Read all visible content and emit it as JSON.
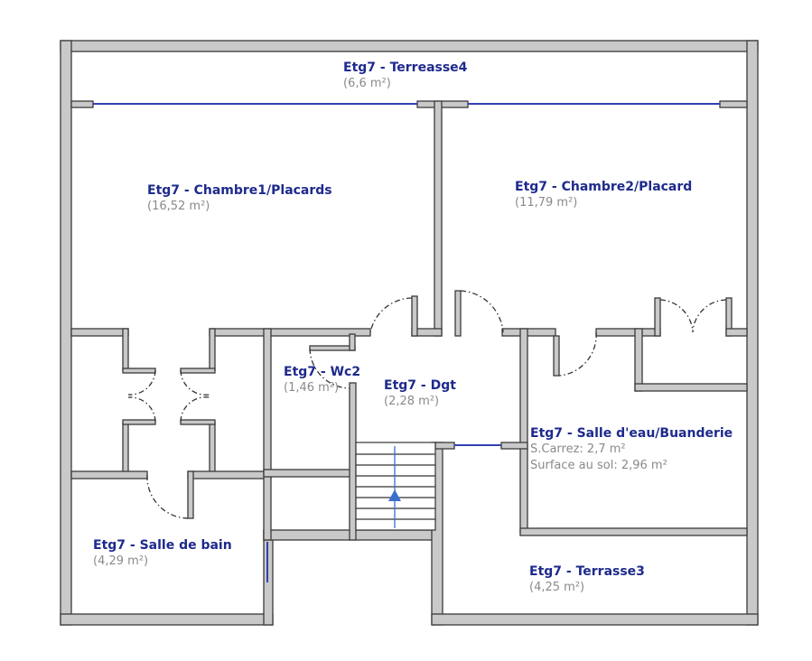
{
  "rooms": [
    {
      "name": "Etg7 - Terreasse4",
      "area": "(6,6 m²)"
    },
    {
      "name": "Etg7 - Chambre1/Placards",
      "area": "(16,52 m²)"
    },
    {
      "name": "Etg7 - Chambre2/Placard",
      "area": "(11,79 m²)"
    },
    {
      "name": "Etg7 - Wc2",
      "area": "(1,46 m²)"
    },
    {
      "name": "Etg7 - Dgt",
      "area": "(2,28 m²)"
    },
    {
      "name": "Etg7 - Salle d'eau/Buanderie",
      "carrez": "S.Carrez: 2,7 m²",
      "area": "Surface au sol: 2,96 m²"
    },
    {
      "name": "Etg7 - Salle de bain",
      "area": "(4,29 m²)"
    },
    {
      "name": "Etg7 - Terrasse3",
      "area": "(4,25 m²)"
    }
  ],
  "colors": {
    "label": "#1e2a8c",
    "area": "#8a8a8a",
    "wall": "#c9c9c9",
    "window": "#3340b0",
    "stair_arrow": "#3a6fd0"
  }
}
